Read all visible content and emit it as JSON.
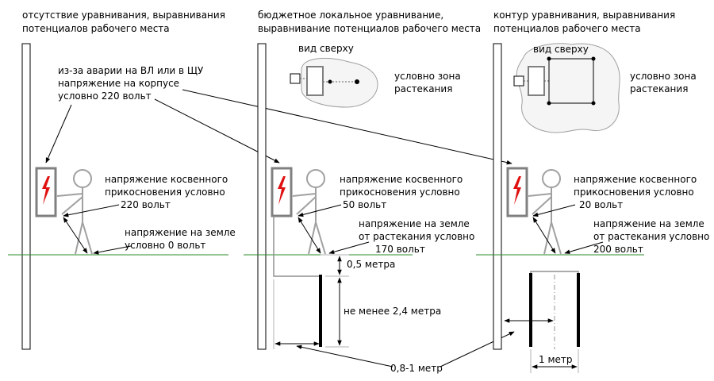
{
  "section1": {
    "title_line1": "отсутствие уравнивания, выравнивания",
    "title_line2": "потенциалов рабочего места",
    "accident_line1": "из-за аварии на ВЛ или в ЩУ",
    "accident_line2": "напряжение на корпусе",
    "accident_line3": "условно 220 вольт",
    "touch_line1": "напряжение косвенного",
    "touch_line2": "прикосновения условно",
    "touch_line3": "220 вольт",
    "ground_line1": "напряжение на земле",
    "ground_line2": "условно 0 вольт"
  },
  "section2": {
    "title_line1": "бюджетное локальное уравнивание,",
    "title_line2": "выравнивание потенциалов рабочего места",
    "top_view": "вид сверху",
    "zone_line1": "условно зона",
    "zone_line2": "растекания",
    "touch_line1": "напряжение косвенного",
    "touch_line2": "прикосновения условно",
    "touch_line3": "50 вольт",
    "ground_line1": "напряжение на земле",
    "ground_line2": "от растекания условно",
    "ground_line3": "170 вольт",
    "depth_label": "0,5 метра",
    "rod_label": "не менее 2,4 метра",
    "distance_label": "0,8-1 метр"
  },
  "section3": {
    "title_line1": "контур уравнивания, выравнивания",
    "title_line2": "потенциалов рабочего места",
    "top_view": "вид сверху",
    "zone_line1": "условно зона",
    "zone_line2": "растекания",
    "touch_line1": "напряжение косвенного",
    "touch_line2": "прикосновения условно",
    "touch_line3": "20 вольт",
    "ground_line1": "напряжение на земле",
    "ground_line2": "от растекания условно",
    "ground_line3": "200 вольт",
    "spacing_label": "1 метр"
  },
  "colors": {
    "ground_line": "#2e8b2e",
    "lightning": "#e01010",
    "panel_border": "#808080",
    "figure": "#a0a0a0"
  }
}
